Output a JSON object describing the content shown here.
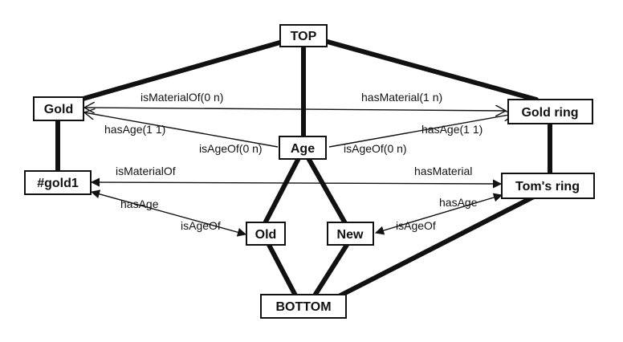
{
  "nodes": {
    "top": "TOP",
    "gold": "Gold",
    "gold_ring": "Gold ring",
    "age": "Age",
    "gold1": "#gold1",
    "toms_ring": "Tom's ring",
    "old": "Old",
    "new": "New",
    "bottom": "BOTTOM"
  },
  "edges": {
    "is_material_of_0n": "isMaterialOf(0 n)",
    "has_material_1n": "hasMaterial(1 n)",
    "has_age_gold": "hasAge(1 1)",
    "is_age_of_gold": "isAgeOf(0 n)",
    "has_age_goldring": "hasAge(1 1)",
    "is_age_of_goldring": "isAgeOf(0 n)",
    "is_material_of": "isMaterialOf",
    "has_material": "hasMaterial",
    "has_age_gold1": "hasAge",
    "is_age_of_old": "isAgeOf",
    "has_age_toms": "hasAge",
    "is_age_of_new": "isAgeOf"
  }
}
